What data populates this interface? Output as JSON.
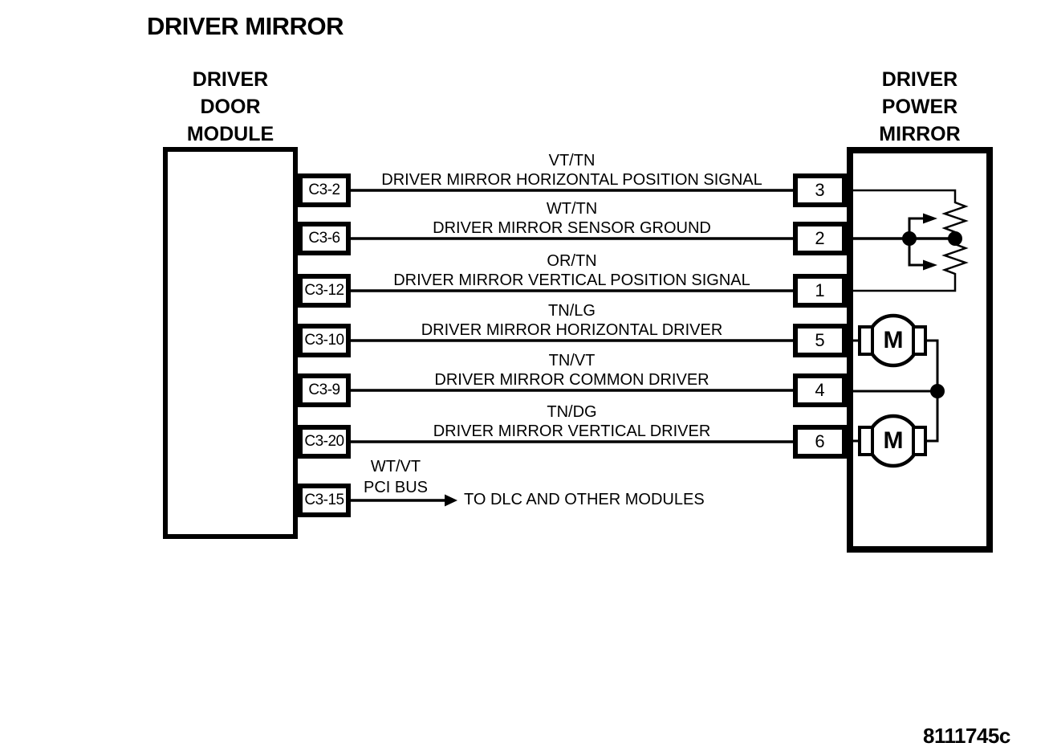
{
  "title": "DRIVER MIRROR",
  "doc_id": "8111745c",
  "left_module": {
    "lines": [
      "DRIVER",
      "DOOR",
      "MODULE"
    ]
  },
  "right_module": {
    "lines": [
      "DRIVER",
      "POWER",
      "MIRROR"
    ]
  },
  "wires": [
    {
      "connector": "C3-2",
      "color": "VT/TN",
      "signal": "DRIVER MIRROR HORIZONTAL POSITION SIGNAL",
      "pin": "3"
    },
    {
      "connector": "C3-6",
      "color": "WT/TN",
      "signal": "DRIVER MIRROR SENSOR GROUND",
      "pin": "2"
    },
    {
      "connector": "C3-12",
      "color": "OR/TN",
      "signal": "DRIVER MIRROR VERTICAL POSITION SIGNAL",
      "pin": "1"
    },
    {
      "connector": "C3-10",
      "color": "TN/LG",
      "signal": "DRIVER MIRROR HORIZONTAL DRIVER",
      "pin": "5"
    },
    {
      "connector": "C3-9",
      "color": "TN/VT",
      "signal": "DRIVER MIRROR COMMON DRIVER",
      "pin": "4"
    },
    {
      "connector": "C3-20",
      "color": "TN/DG",
      "signal": "DRIVER MIRROR VERTICAL DRIVER",
      "pin": "6"
    }
  ],
  "bus_wire": {
    "connector": "C3-15",
    "color": "WT/VT",
    "bus": "PCI BUS",
    "destination": "TO DLC AND OTHER MODULES"
  },
  "motors": {
    "horizontal_label": "M",
    "vertical_label": "M"
  },
  "colors": {
    "ink": "#000000",
    "background": "#ffffff"
  }
}
